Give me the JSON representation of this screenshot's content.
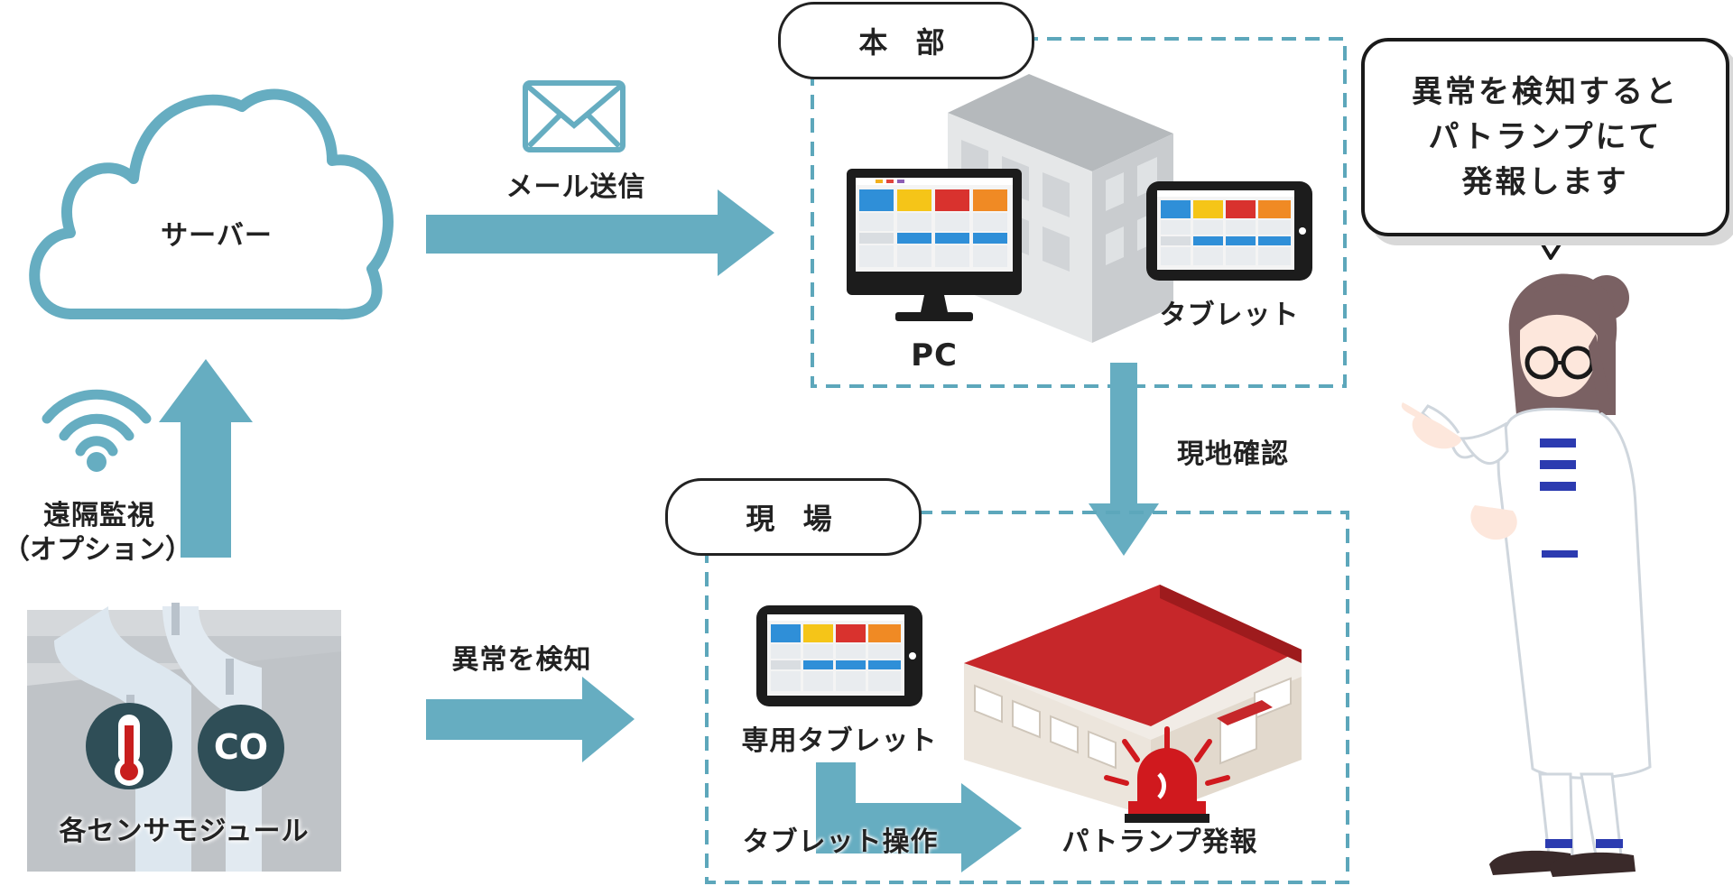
{
  "colors": {
    "accent": "#66adc1",
    "dashed_border": "#5da7bb",
    "sensor_dark": "#2f4e57",
    "roof_red": "#c6272a",
    "lamp_red": "#d0191e"
  },
  "labels": {
    "server": "サーバー",
    "mail_send": "メール送信",
    "remote_monitoring": "遠隔監視",
    "option": "（オプション）",
    "sensor_modules": "各センサモジュール",
    "co": "CO",
    "anomaly_detect": "異常を検知",
    "hq": "本 部",
    "site": "現 場",
    "pc": "PC",
    "tablet": "タブレット",
    "onsite_check": "現地確認",
    "dedicated_tablet": "専用タブレット",
    "tablet_operation": "タブレット操作",
    "patlamp_alarm": "パトランプ発報"
  },
  "speech_bubble": {
    "lines": [
      "異常を検知すると",
      "パトランプにて",
      "発報します"
    ]
  },
  "icons": [
    "cloud-icon",
    "mail-icon",
    "wifi-icon",
    "thermometer-icon",
    "building-icon",
    "house-icon",
    "patlamp-icon",
    "pc-monitor-icon",
    "tablet-icon",
    "person-illustration"
  ]
}
